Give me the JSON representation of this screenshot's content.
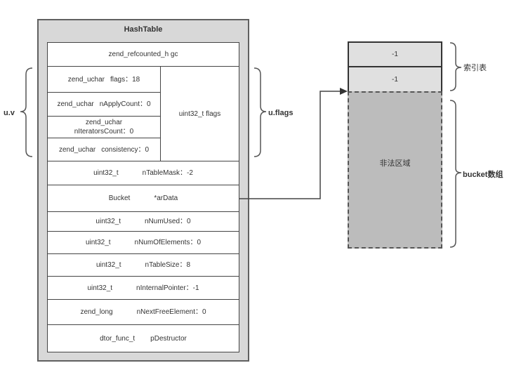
{
  "hashtable": {
    "title": "HashTable",
    "gc": "zend_refcounted_h gc",
    "u_v_fields": [
      {
        "type": "zend_uchar",
        "name": "flags：18"
      },
      {
        "type": "zend_uchar",
        "name": "nApplyCount：0"
      },
      {
        "type": "zend_uchar",
        "name": "nIteratorsCount：0"
      },
      {
        "type": "zend_uchar",
        "name": "consistency：0"
      }
    ],
    "u_flags_field": "uint32_t flags",
    "fields": [
      {
        "type": "uint32_t",
        "name": "nTableMask：-2"
      },
      {
        "type": "Bucket",
        "name": "*arData"
      },
      {
        "type": "uint32_t",
        "name": "nNumUsed：0"
      },
      {
        "type": "uint32_t",
        "name": "nNumOfElements：0"
      },
      {
        "type": "uint32_t",
        "name": "nTableSize：8"
      },
      {
        "type": "uint32_t",
        "name": "nInternalPointer：-1"
      },
      {
        "type": "zend_long",
        "name": "nNextFreeElement：0"
      },
      {
        "type": "dtor_func_t",
        "name": "pDestructor"
      }
    ]
  },
  "labels": {
    "u_v": "u.v",
    "u_flags": "u.flags",
    "index_table": "索引表",
    "bucket_array": "bucket数组"
  },
  "memory": {
    "index_slots": [
      "-1",
      "-1"
    ],
    "bucket_region": "非法区域"
  }
}
